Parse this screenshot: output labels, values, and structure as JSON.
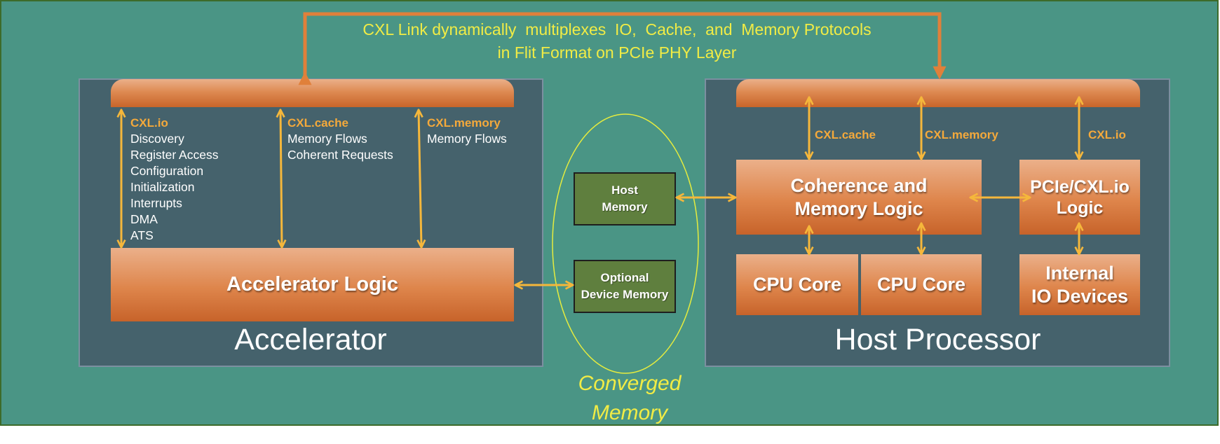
{
  "header": {
    "line1": "CXL Link dynamically  multiplexes  IO,  Cache,  and  Memory Protocols",
    "line2": "in Flit Format on PCIe PHY Layer"
  },
  "accelerator": {
    "title": "Accelerator",
    "logic_label": "Accelerator Logic",
    "io": {
      "tag": "CXL.io",
      "items": [
        "Discovery",
        "Register Access",
        "Configuration",
        "Initialization",
        "Interrupts",
        "DMA",
        "ATS"
      ]
    },
    "cache": {
      "tag": "CXL.cache",
      "items": [
        "Memory Flows",
        "Coherent Requests"
      ]
    },
    "memory": {
      "tag": "CXL.memory",
      "items": [
        "Memory Flows"
      ]
    }
  },
  "converged": {
    "host_memory": "Host\nMemory",
    "device_memory": "Optional\nDevice Memory",
    "label_line1": "Converged",
    "label_line2": "Memory"
  },
  "host": {
    "title": "Host Processor",
    "cache_tag": "CXL.cache",
    "memory_tag": "CXL.memory",
    "io_tag": "CXL.io",
    "coherence": "Coherence and\nMemory Logic",
    "pcie": "PCIe/CXL.io\nLogic",
    "cpu1": "CPU Core",
    "cpu2": "CPU Core",
    "io_devices": "Internal\nIO Devices"
  },
  "colors": {
    "background": "#4a9585",
    "panel": "#45626c",
    "orange_arrow": "#e0803a",
    "yellow_arrow": "#f5b73b",
    "caption": "#f1ec45",
    "memory_box": "#5f7f3e"
  }
}
